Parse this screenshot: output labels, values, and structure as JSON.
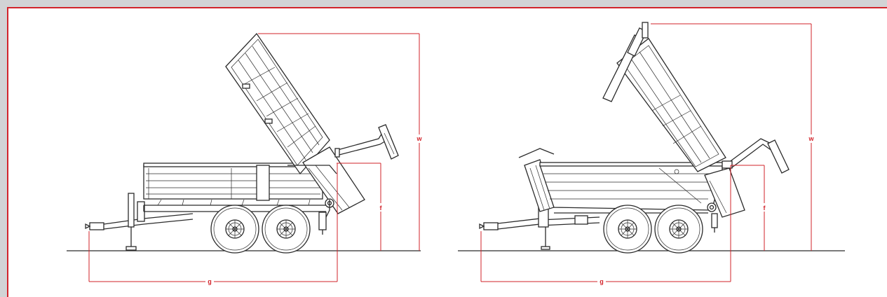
{
  "colors": {
    "dimension_red": "#d2232a",
    "line_ink": "#2b2b2b",
    "background": "#d2d3d5",
    "panel": "#ffffff"
  },
  "left_drawing": {
    "labels": {
      "height": "w",
      "side_height": "f",
      "length": "g"
    }
  },
  "right_drawing": {
    "labels": {
      "height": "w",
      "side_height": "f",
      "length": "g"
    }
  }
}
